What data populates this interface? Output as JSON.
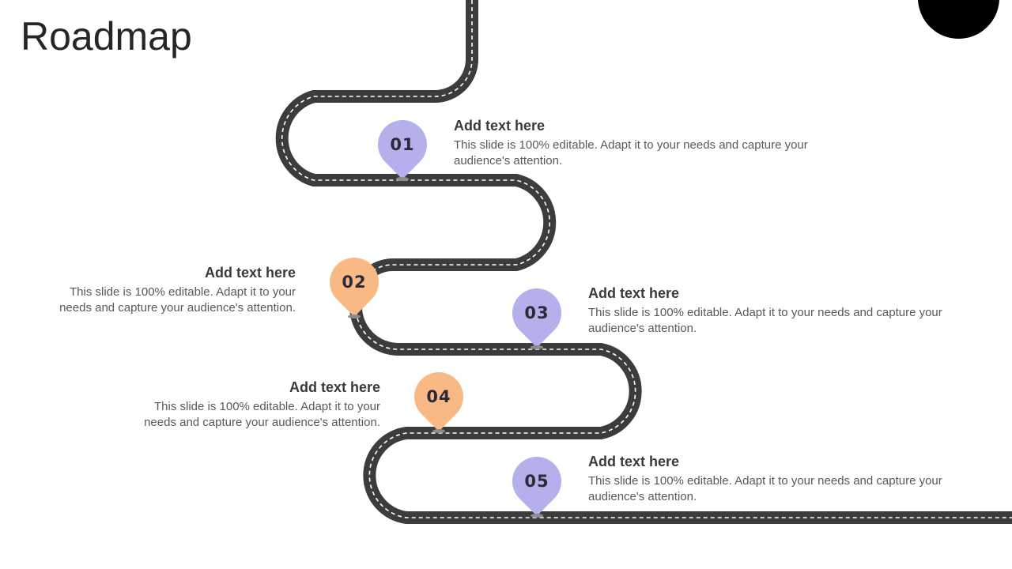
{
  "title": "Roadmap",
  "colors": {
    "road": "#3c3c3c",
    "lane": "#ffffff",
    "purple": "#b3b0ec",
    "orange": "#f9b985"
  },
  "milestones": [
    {
      "number": "01",
      "heading": "Add text here",
      "body": "This slide is 100% editable. Adapt it to your needs and capture your audience's attention.",
      "color": "purple"
    },
    {
      "number": "02",
      "heading": "Add text here",
      "body": "This slide is 100% editable. Adapt it to your needs and capture your audience's attention.",
      "color": "orange"
    },
    {
      "number": "03",
      "heading": "Add text here",
      "body": "This slide is 100% editable. Adapt it to your needs and capture your audience's attention.",
      "color": "purple"
    },
    {
      "number": "04",
      "heading": "Add text here",
      "body": "This slide is 100% editable. Adapt it to your needs and capture your audience's attention.",
      "color": "orange"
    },
    {
      "number": "05",
      "heading": "Add text here",
      "body": "This slide is 100% editable. Adapt it to your needs and capture your audience's attention.",
      "color": "purple"
    }
  ]
}
